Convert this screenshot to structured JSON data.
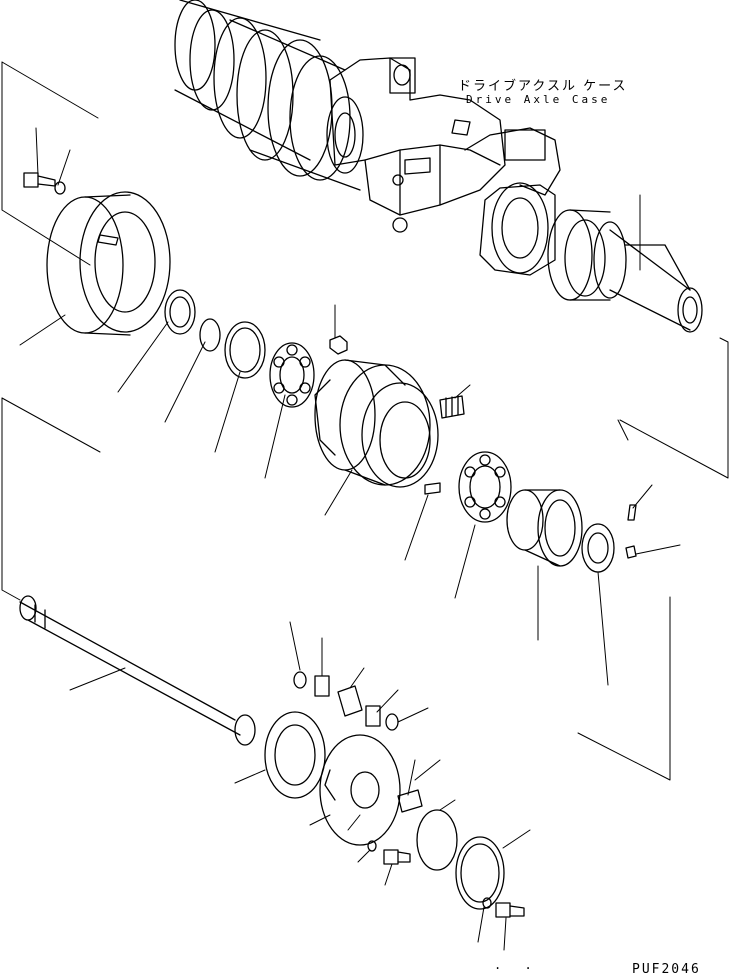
{
  "diagram": {
    "assembly_label_jp": "ドライブアクスル ケース",
    "assembly_label_en": "Drive Axle Case",
    "drawing_code": "PUF2046",
    "corner_marks": ". ."
  }
}
